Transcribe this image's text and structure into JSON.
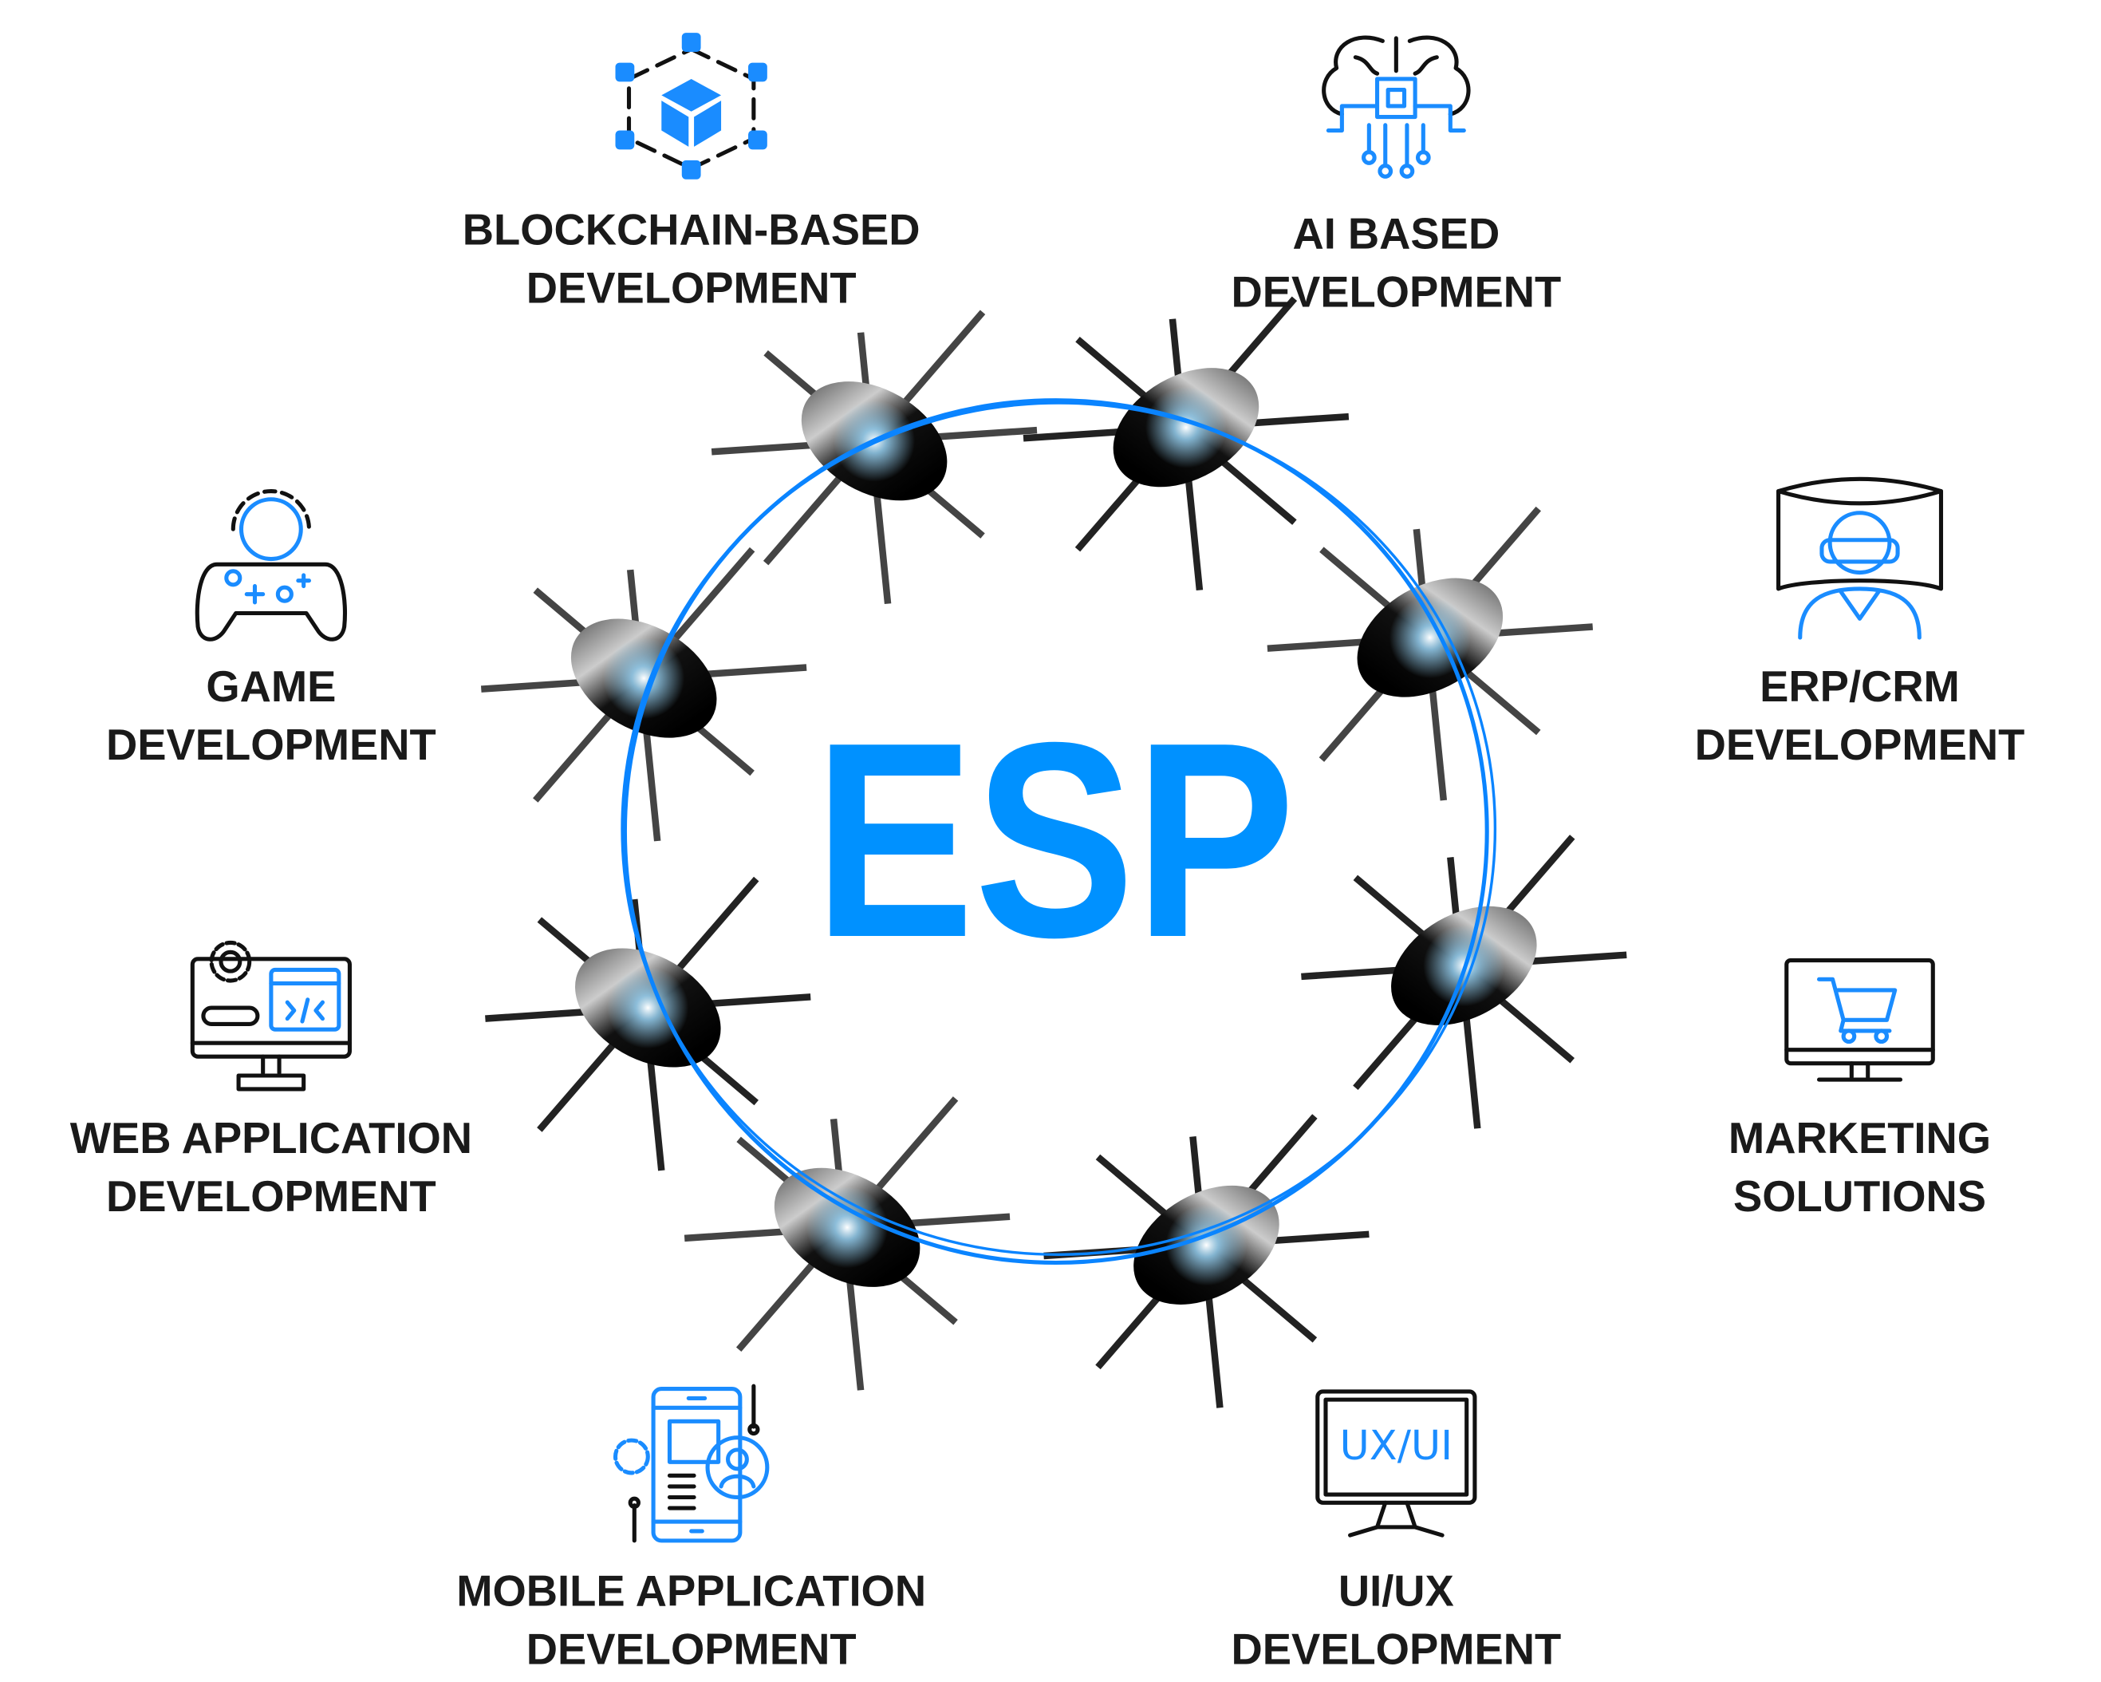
{
  "center": {
    "title": "ESP"
  },
  "colors": {
    "accent": "#0091ff",
    "text": "#1a1a1a"
  },
  "services": [
    {
      "icon": "blockchain-cube-icon",
      "line1": "BLOCKCHAIN-BASED",
      "line2": "DEVELOPMENT"
    },
    {
      "icon": "ai-brain-chip-icon",
      "line1": "AI BASED",
      "line2": "DEVELOPMENT"
    },
    {
      "icon": "game-controller-icon",
      "line1": "GAME",
      "line2": "DEVELOPMENT"
    },
    {
      "icon": "vr-headset-person-icon",
      "line1": "ERP/CRM",
      "line2": "DEVELOPMENT"
    },
    {
      "icon": "web-app-monitor-icon",
      "line1": "WEB APPLICATION",
      "line2": "DEVELOPMENT"
    },
    {
      "icon": "shopping-cart-monitor-icon",
      "line1": "MARKETING",
      "line2": "SOLUTIONS"
    },
    {
      "icon": "mobile-app-icon",
      "line1": "MOBILE APPLICATION",
      "line2": "DEVELOPMENT"
    },
    {
      "icon": "uiux-monitor-icon",
      "line1": "UI/UX",
      "line2": "DEVELOPMENT",
      "icon_text": "UX/UI"
    }
  ]
}
